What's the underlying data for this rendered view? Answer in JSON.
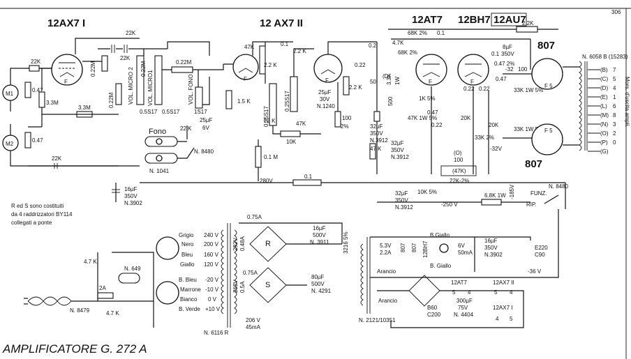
{
  "page_number": "306",
  "title": "AMPLIFICATORE G. 272 A",
  "tubes": {
    "v1": "12AX7 I",
    "v2": "12 AX7 II",
    "v3": "12AT7",
    "v4": "12BH7",
    "v4_alt": "12AU7",
    "out_a": "807",
    "out_b": "807"
  },
  "controls": {
    "vol_micro2": "VOL. MICRO 2",
    "vol_micro1": "VOL. MICRO1",
    "vol_fono": "VOL. FONO",
    "fono": "Fono",
    "fono_part": "N. 1041",
    "switch_part": "N. 8480",
    "funz": "FUNZ.",
    "rip": "RIP.",
    "funz_part": "N. 8480"
  },
  "inputs": {
    "m1": "M1",
    "m2": "M2"
  },
  "components": {
    "r_22k_in": "22K",
    "r_047_a": "0.47",
    "r_33m": "3.3M",
    "r_33m_b": "3.3M",
    "r_047_b": "0.47",
    "c_22k_bottom": "22K",
    "r_022m_a": "0.22M",
    "r_022m_b": "0.22M",
    "r_022m_c": "0.22M",
    "r_022m_top": "0.22M",
    "c_22k_top": "22K",
    "c_22k_top2": "22K",
    "pot_a": "0.5S17",
    "pot_b": "0.5S17",
    "pot_c": "1S17",
    "c_25uf": "25µF",
    "c_25uf_v": "6V",
    "r_15k": "1.5 K",
    "c_22k_fono": "22 K",
    "r_47k_v2": "47K",
    "r_01_v2": "0.1",
    "r_22k_v2": "2.2 K",
    "r_22k_v2b": "2.2 K",
    "pot_025_a": "0.25S17",
    "pot_025_b": "0.25S17",
    "c_25uf_b": "25µF",
    "c_30v": "30V",
    "c_n1240": "N.1240",
    "r_47k_b": "47K",
    "r_10k": "10K",
    "r_22k_v2c": "2.2 K",
    "r_100": "100",
    "r_2pct": "2%",
    "r_01m": "0.1 M",
    "r_22k_v2d": "22 K",
    "r_01_bot": "0.1",
    "c_02": "0.2",
    "c_022": "0.22",
    "c_d": "(D)",
    "c_50": "50",
    "r_47k_v3": "4.7K",
    "r_68k_2pct": "68K 2%",
    "r_68k_2pct_b": "68K 2%",
    "c_01_v3": "0.1",
    "r_22k_top": "2.2K",
    "r_33k": "3.3K",
    "r_1w": "1W",
    "r_1k_5pct": "1K 5%",
    "r_047_v3": "0.47",
    "c_500": "500",
    "r_047_2pct": "0.47 2%",
    "c_022_b": "0.22",
    "c_022_c": "0.22",
    "r_047_d": "0.47",
    "c_01_d": "0.1",
    "c_32uf": "32µF",
    "c_350v": "350V",
    "c_n3912": "N.3912",
    "r_47k_1w": "47K 1W 5%",
    "r_022_e": "0.22",
    "r_20k": "20K",
    "r_20k_b": "20K",
    "r_33k_2pct": "33K 2%",
    "c_32uf_b": "32µF",
    "c_350v_b": "350V",
    "c_n3912_b": "N.3912",
    "r_47k_c": "47 K",
    "r_33k_1w": "33K 1W 5%",
    "r_33k_1w_b": "33K 1W 5%",
    "c_8uf": "8µF",
    "c_8uf_v": "350V",
    "c_01_o": "0.1",
    "c_o": "(O)",
    "r_100_o": "100",
    "r_47k_o": "(47K)",
    "r_22k_2pct": "22K-2%",
    "v_32": "-32",
    "v_32v": "-32V",
    "v_100": "100",
    "v_280": "280V",
    "c_16uf": "16µF",
    "c_16uf_v": "350V",
    "c_n3902": "N.3902",
    "c_32uf_c": "32µF",
    "c_350v_c": "350V",
    "c_n3912_c": "N.3912",
    "r_10k_5pct": "10K 5%",
    "v_250": "-250 V",
    "r_68k_1w": "6.8K 1W",
    "v_185": "-185V"
  },
  "output_transformer": {
    "part": "N. 6058 B (15283)",
    "side_label": "Mors. d'uscita ampli.",
    "taps": [
      {
        "terminal": "(B)",
        "n": "7"
      },
      {
        "terminal": "(C)",
        "n": "5"
      },
      {
        "terminal": "(D)",
        "n": "4"
      },
      {
        "terminal": "(E)",
        "n": "1"
      },
      {
        "terminal": "(L)",
        "n": "6"
      },
      {
        "terminal": "(M)",
        "n": "8"
      },
      {
        "terminal": "(N)",
        "n": "3"
      },
      {
        "terminal": "(O)",
        "n": "2"
      },
      {
        "terminal": "(P)",
        "n": "0"
      },
      {
        "terminal": "(G)",
        "n": ""
      }
    ]
  },
  "note": [
    "R ed S sono costituiti",
    "da 4 raddrizzatori BY114",
    "collegati a ponte"
  ],
  "power": {
    "taps_primary": [
      {
        "color": "Grigio",
        "v": "240 V"
      },
      {
        "color": "Nero",
        "v": "200 V"
      },
      {
        "color": "Bleu",
        "v": "160 V"
      },
      {
        "color": "Giallo",
        "v": "120 V"
      }
    ],
    "taps_secondary": [
      {
        "color": "B. Bleu",
        "v": "-20 V"
      },
      {
        "color": "Marrone",
        "v": "-10 V"
      },
      {
        "color": "Bianco",
        "v": "0 V"
      },
      {
        "color": "B. Verde",
        "v": "+10 V"
      }
    ],
    "c_47k_a": "4.7 K",
    "c_47k_b": "4.7 K",
    "n649": "N. 649",
    "fuse": "2A",
    "plug": "N. 8479",
    "fuse_075_a": "0.75A",
    "fuse_075_b": "0.75A",
    "sec_hi_a": "292V",
    "sec_hi_b": "0.48A",
    "sec_lo_a": "262V",
    "sec_lo_b": "0.5A",
    "bridge_r": "R",
    "bridge_s": "S",
    "c_16uf_hv": "16µF",
    "c_500v": "500V",
    "c_n3911": "N. 3911",
    "c_80uf": "80µF",
    "c_500v_b": "500V",
    "c_n4291": "N. 4291",
    "sec_206": "206 V",
    "sec_45ma": "45mA",
    "transformer_part": "N. 6116 R",
    "r_3216": "3216 5%",
    "heater_53v": "5.3V",
    "heater_22a": "2.2A",
    "b_giallo": "B.Giallo",
    "b_giallo2": "B. Giallo",
    "t807": "807",
    "t807b": "807",
    "t12bh7": "12BH7",
    "lamp": "6V",
    "lamp_ma": "50mA",
    "c_16uf_b": "16µF",
    "c_350v_d": "350V",
    "c_n3902_b": "N.3902",
    "e220": "E220",
    "c90": "C90",
    "v_36": "-36 V",
    "arancio": "Arancio",
    "arancio2": "Arancio",
    "xfmr2": "N. 2121/10351",
    "b860": "B60",
    "c200": "C200",
    "h12at7": "12AT7",
    "h12ax7": "12AX7 II",
    "h12ax7i": "12AX7 I",
    "c_300uf": "300µF",
    "c_75v": "75V",
    "c_n4404": "N. 4404",
    "pin5": "5",
    "pin4": "4",
    "pin5b": "5",
    "pin4b": "4",
    "pin4c": "4",
    "pin5c": "5"
  }
}
